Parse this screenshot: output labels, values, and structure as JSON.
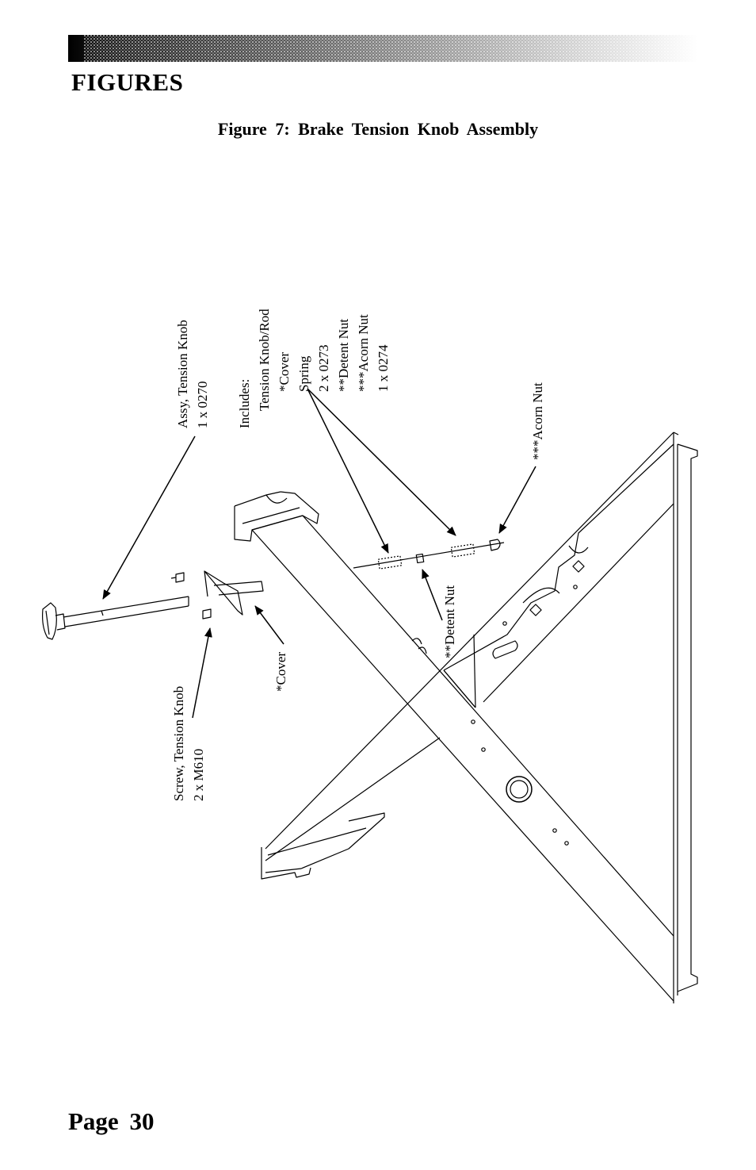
{
  "header": {
    "section_title": "FIGURES",
    "figure_caption": "Figure 7: Brake Tension Knob Assembly"
  },
  "callouts": {
    "assy_tension_knob": {
      "line1": "Assy, Tension Knob",
      "line2": "1 x 0270"
    },
    "includes": {
      "heading": "Includes:",
      "items": [
        "Tension Knob/Rod",
        "*Cover",
        "Spring",
        "2 x 0273",
        "**Detent Nut",
        "***Acorn Nut",
        "1 x 0274"
      ]
    },
    "acorn_nut": "***Acorn Nut",
    "detent_nut": "**Detent Nut",
    "cover": "*Cover",
    "screw_tension_knob": {
      "line1": "Screw, Tension Knob",
      "line2": "2 x M610"
    }
  },
  "footer": {
    "page_number": "Page 30"
  },
  "colors": {
    "ink": "#000000",
    "paper": "#ffffff",
    "tone": "#555555"
  }
}
